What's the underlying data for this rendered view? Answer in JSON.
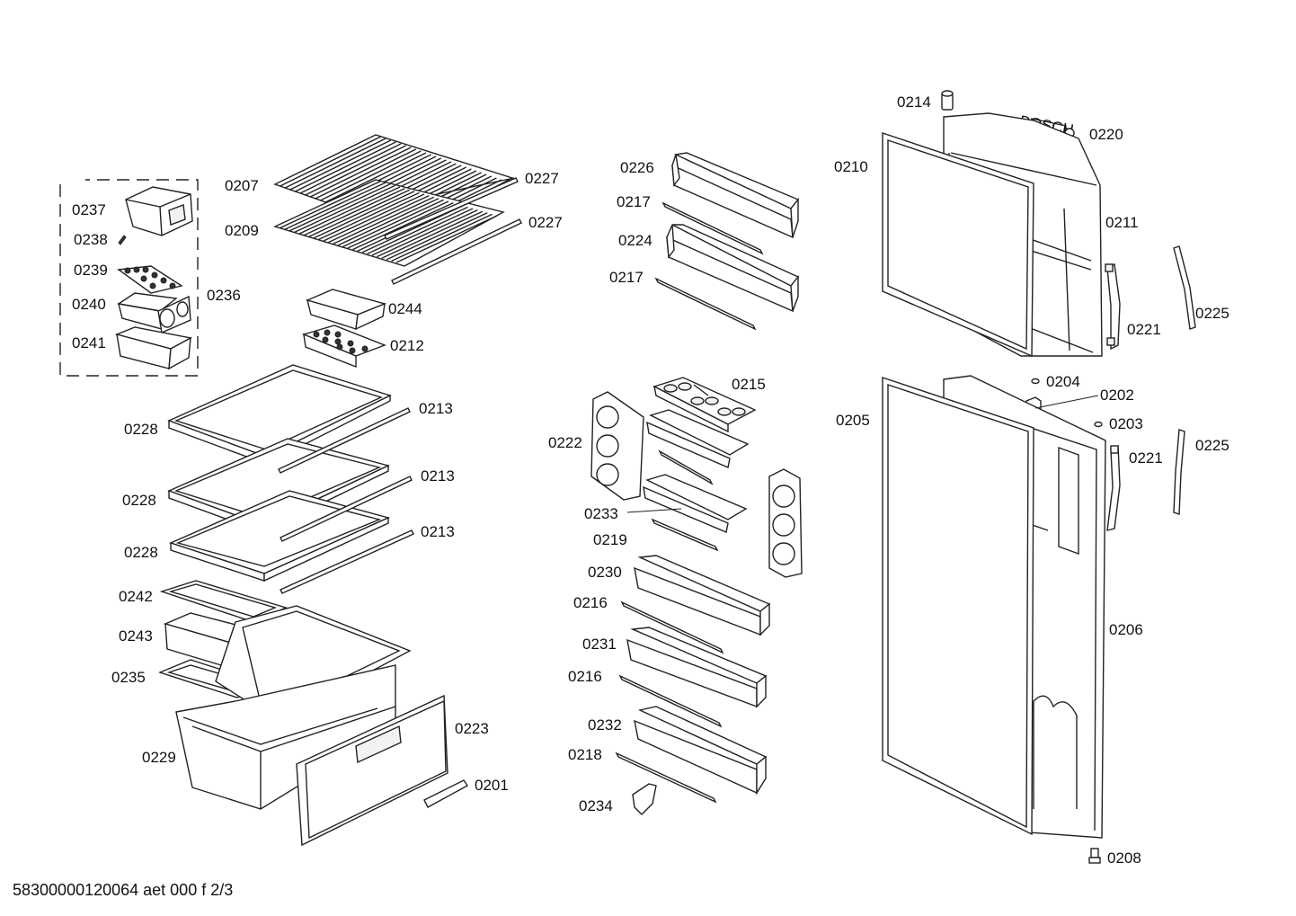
{
  "labels": {
    "l0207": "0207",
    "l0209": "0209",
    "l0227a": "0227",
    "l0227b": "0227",
    "l0237": "0237",
    "l0238": "0238",
    "l0239": "0239",
    "l0240": "0240",
    "l0241": "0241",
    "l0236": "0236",
    "l0244": "0244",
    "l0212": "0212",
    "l0228a": "0228",
    "l0228b": "0228",
    "l0228c": "0228",
    "l0213a": "0213",
    "l0213b": "0213",
    "l0213c": "0213",
    "l0242": "0242",
    "l0243": "0243",
    "l0235": "0235",
    "l0229": "0229",
    "l0223": "0223",
    "l0201": "0201",
    "l0226": "0226",
    "l0217a": "0217",
    "l0224": "0224",
    "l0217b": "0217",
    "l0215": "0215",
    "l0222": "0222",
    "l0233": "0233",
    "l0219": "0219",
    "l0230": "0230",
    "l0216a": "0216",
    "l0231": "0231",
    "l0216b": "0216",
    "l0232": "0232",
    "l0218": "0218",
    "l0234": "0234",
    "l0214": "0214",
    "l0220": "0220",
    "l0210": "0210",
    "l0211": "0211",
    "l0221a": "0221",
    "l0225a": "0225",
    "l0204": "0204",
    "l0202": "0202",
    "l0203": "0203",
    "l0205": "0205",
    "l0221b": "0221",
    "l0225b": "0225",
    "l0206": "0206",
    "l0208": "0208"
  },
  "logo_text": "BOSCH",
  "footer": "58300000120064 aet 000 f 2/3"
}
